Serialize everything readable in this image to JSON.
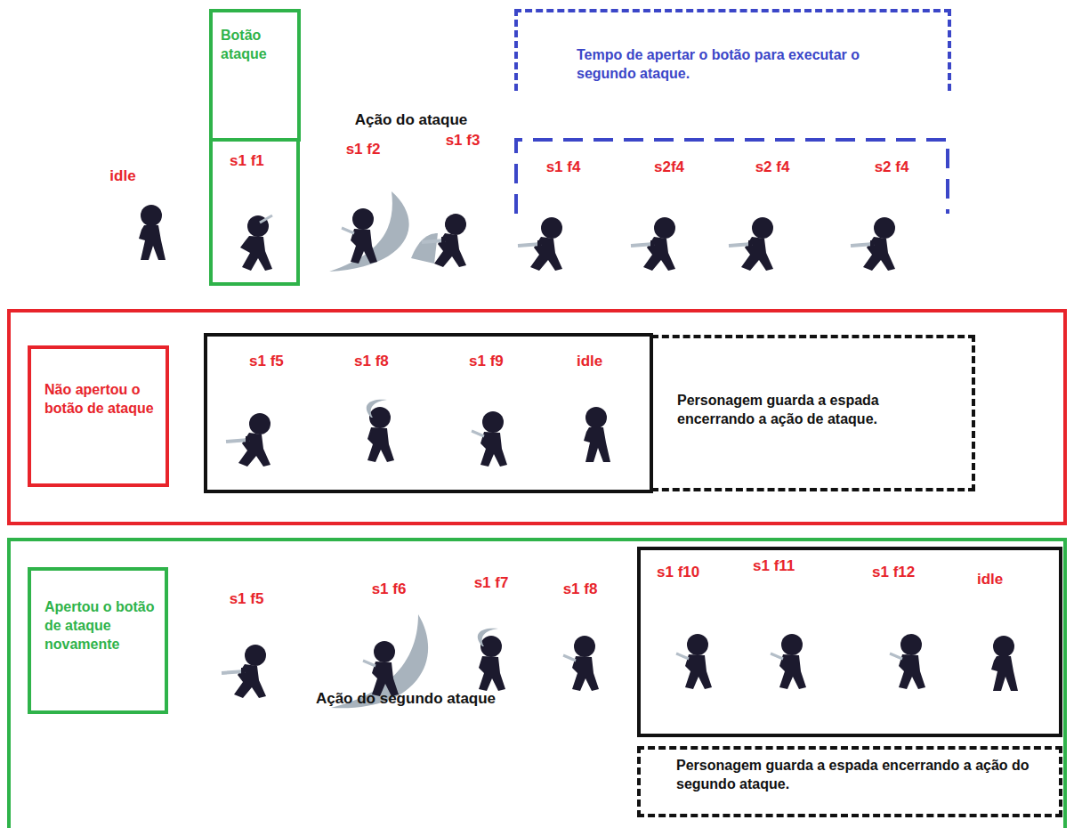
{
  "diagram": {
    "nodes": [
      {
        "text": [
          "Botão ataque"
        ]
      },
      {
        "text": [
          "s1 f1"
        ]
      },
      {
        "text": [
          "Tempo de apertar o botão para executar o segundo ataque."
        ]
      },
      {
        "text": []
      },
      {
        "text": [
          "Não apertou o botão de ataque"
        ],
        "in": 3
      },
      {
        "text": [
          "s1 f5",
          "s1 f8",
          "s1 f9",
          "idle"
        ],
        "in": 3
      },
      {
        "text": [
          "Personagem guarda a espada encerrando a ação de ataque."
        ],
        "in": 3
      },
      {
        "text": []
      },
      {
        "text": [
          "Apertou o botão de ataque novamente"
        ],
        "in": 7
      },
      {
        "text": [
          "s1 f10",
          "s1 f11",
          "s1 f12",
          "idle"
        ],
        "in": 7
      },
      {
        "text": [
          "Personagem guarda a espada encerrando a ação do segundo ataque."
        ],
        "in": 7
      }
    ],
    "labels": [
      "idle",
      "Ação do ataque",
      "s1 f2",
      "s1 f3",
      "s1 f4",
      "s2f4",
      "s2 f4",
      "s2 f4",
      "s1 f5",
      "s1 f6",
      "s1 f7",
      "s1 f8",
      "Ação do segundo ataque"
    ]
  }
}
